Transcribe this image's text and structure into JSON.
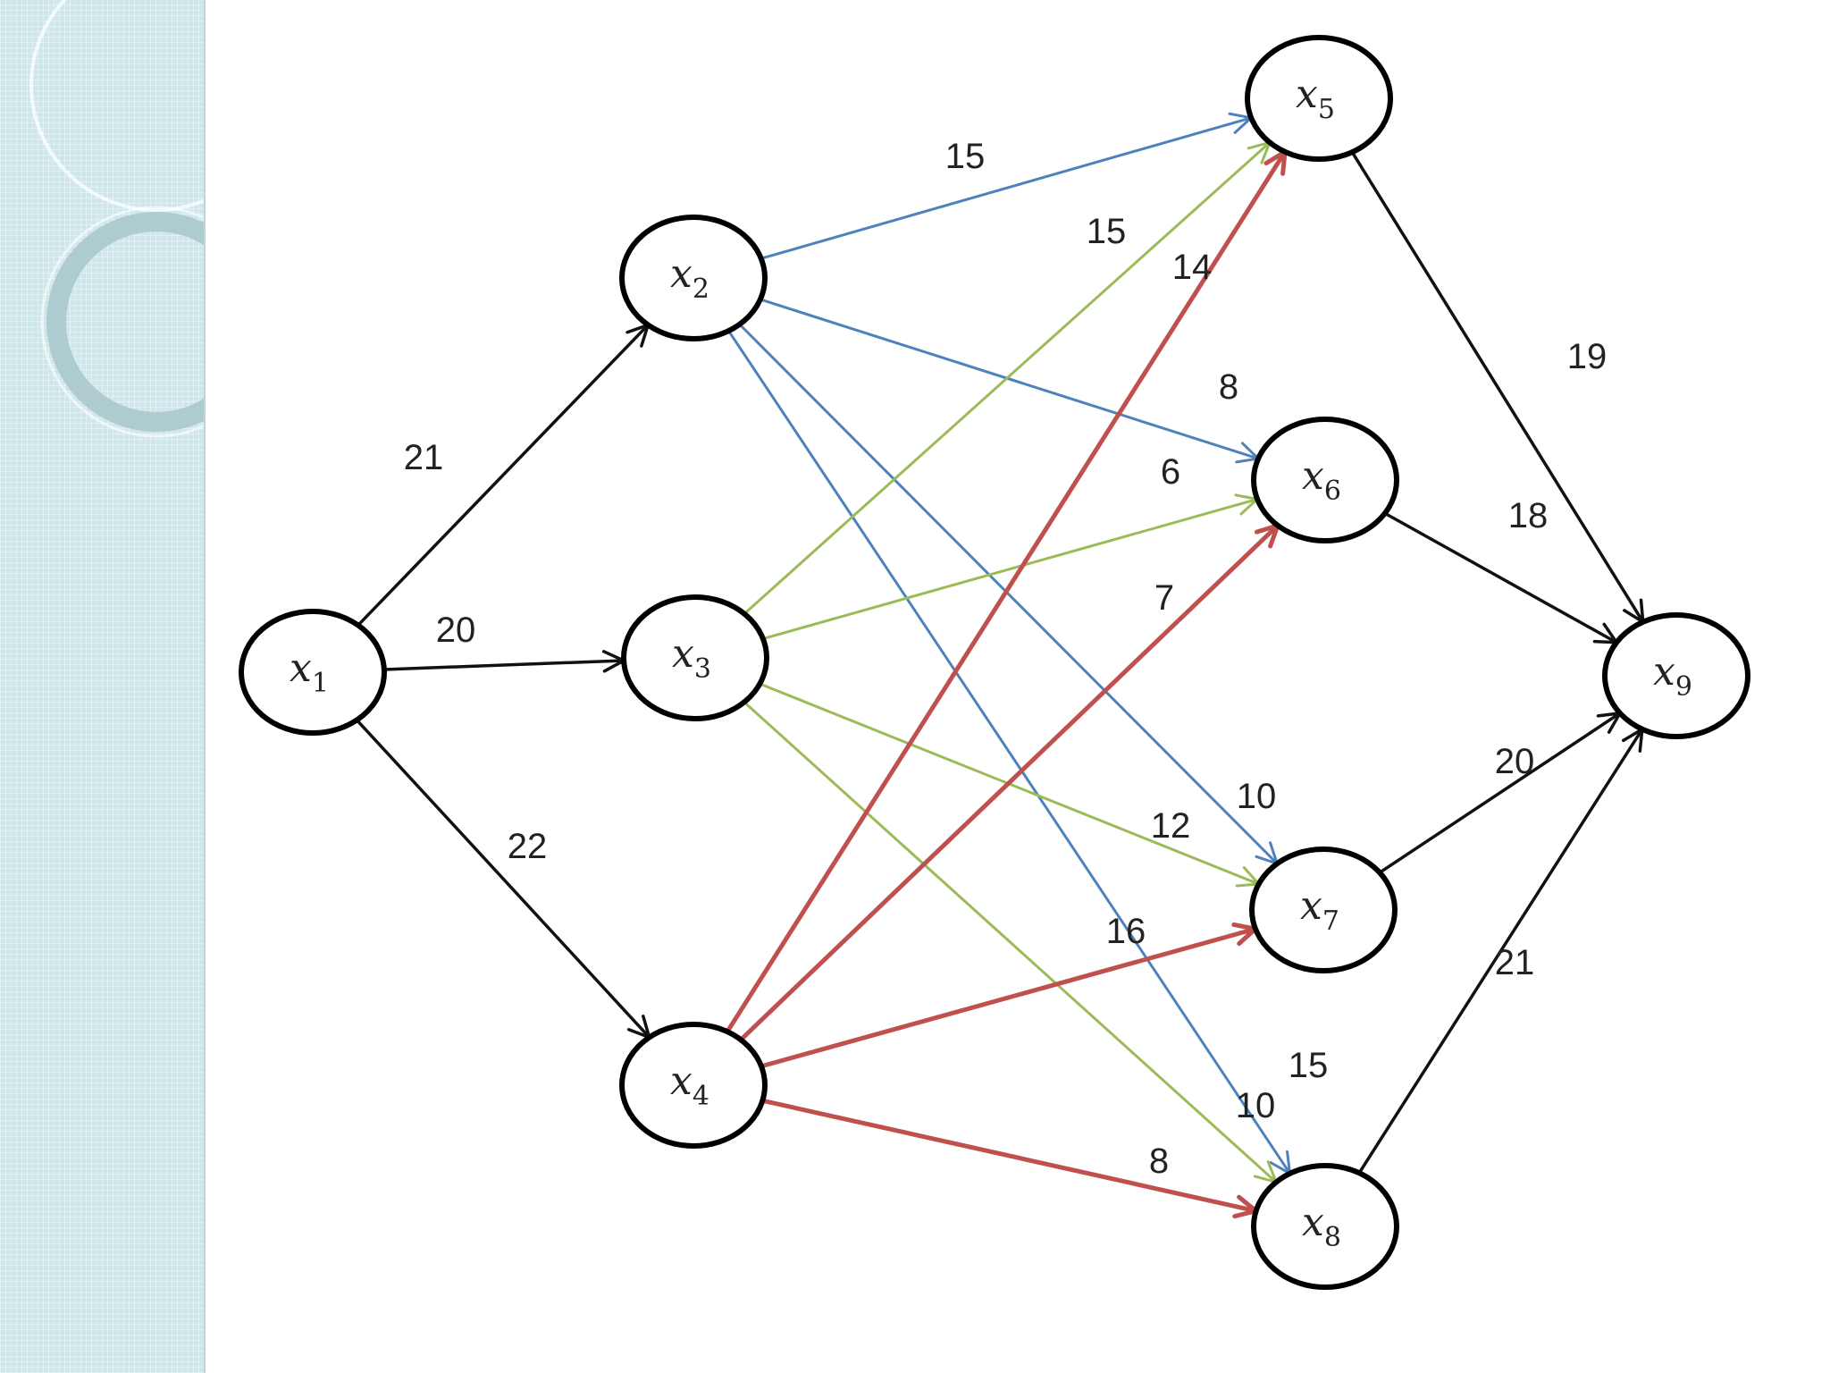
{
  "nodes": [
    {
      "id": "x1",
      "name": "x",
      "sub": "1"
    },
    {
      "id": "x2",
      "name": "x",
      "sub": "2"
    },
    {
      "id": "x3",
      "name": "x",
      "sub": "3"
    },
    {
      "id": "x4",
      "name": "x",
      "sub": "4"
    },
    {
      "id": "x5",
      "name": "x",
      "sub": "5"
    },
    {
      "id": "x6",
      "name": "x",
      "sub": "6"
    },
    {
      "id": "x7",
      "name": "x",
      "sub": "7"
    },
    {
      "id": "x8",
      "name": "x",
      "sub": "8"
    },
    {
      "id": "x9",
      "name": "x",
      "sub": "9"
    }
  ],
  "edges": [
    {
      "from": "x1",
      "to": "x2",
      "weight": "21",
      "color": "black"
    },
    {
      "from": "x1",
      "to": "x3",
      "weight": "20",
      "color": "black"
    },
    {
      "from": "x1",
      "to": "x4",
      "weight": "22",
      "color": "black"
    },
    {
      "from": "x2",
      "to": "x5",
      "weight": "15",
      "color": "blue"
    },
    {
      "from": "x2",
      "to": "x6",
      "weight": "8",
      "color": "blue"
    },
    {
      "from": "x2",
      "to": "x7",
      "weight": "10",
      "color": "blue"
    },
    {
      "from": "x2",
      "to": "x8",
      "weight": "15",
      "color": "blue"
    },
    {
      "from": "x3",
      "to": "x5",
      "weight": "15",
      "color": "green"
    },
    {
      "from": "x3",
      "to": "x6",
      "weight": "6",
      "color": "green"
    },
    {
      "from": "x3",
      "to": "x7",
      "weight": "12",
      "color": "green"
    },
    {
      "from": "x3",
      "to": "x8",
      "weight": "10",
      "color": "green"
    },
    {
      "from": "x4",
      "to": "x5",
      "weight": "14",
      "color": "red"
    },
    {
      "from": "x4",
      "to": "x6",
      "weight": "7",
      "color": "red"
    },
    {
      "from": "x4",
      "to": "x7",
      "weight": "16",
      "color": "red"
    },
    {
      "from": "x4",
      "to": "x8",
      "weight": "8",
      "color": "red"
    },
    {
      "from": "x5",
      "to": "x9",
      "weight": "19",
      "color": "black"
    },
    {
      "from": "x6",
      "to": "x9",
      "weight": "18",
      "color": "black"
    },
    {
      "from": "x7",
      "to": "x9",
      "weight": "20",
      "color": "black"
    },
    {
      "from": "x8",
      "to": "x9",
      "weight": "21",
      "color": "black"
    }
  ],
  "colors": {
    "black": "#111111",
    "blue": "#4f81bd",
    "green": "#9bbb59",
    "red": "#c0504d",
    "node_fill": "#ffffff",
    "node_stroke": "#000000",
    "side_band": "#cfe6ea"
  }
}
